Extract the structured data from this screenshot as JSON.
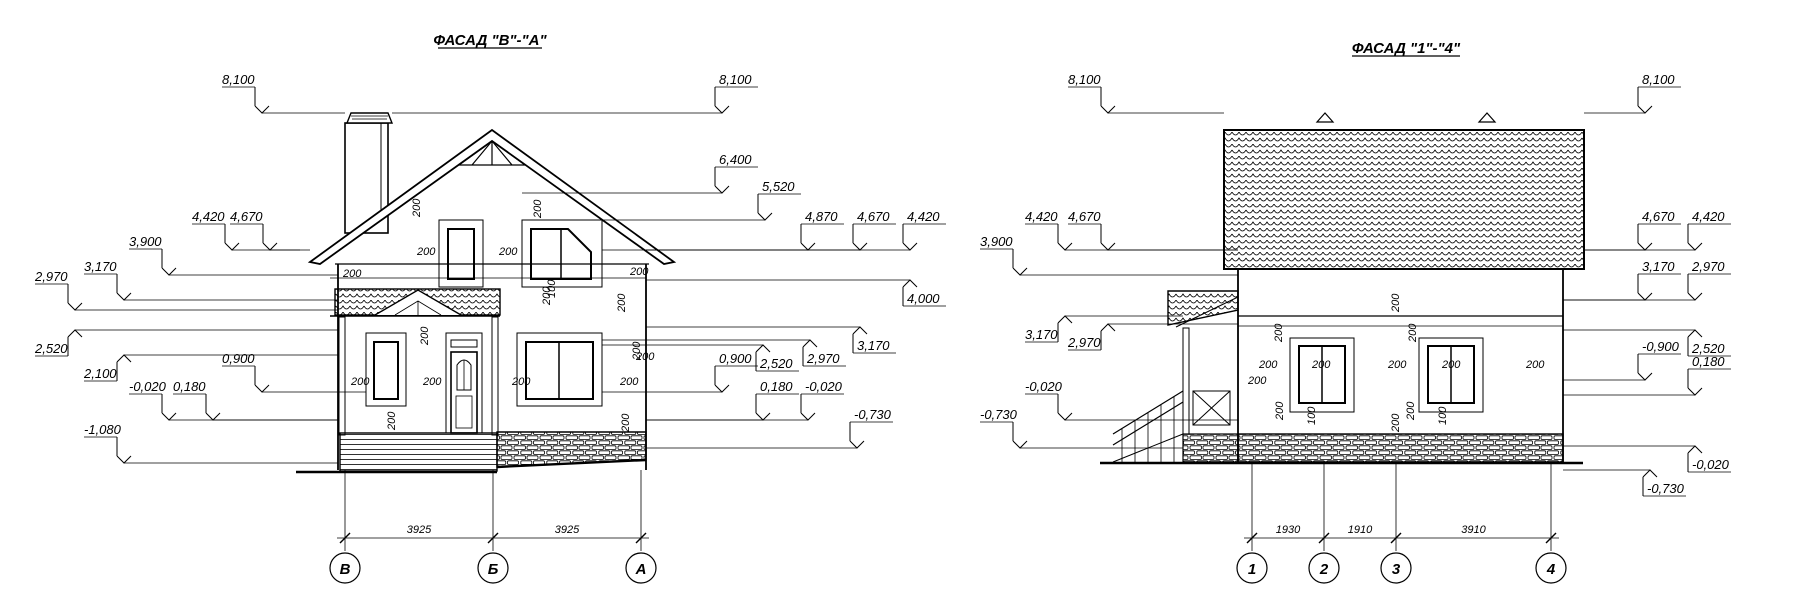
{
  "facades": [
    {
      "title": "ФАСАД \"В\"-\"А\"",
      "levels_left": [
        "8,100",
        "4,670",
        "4,420",
        "3,900",
        "3,170",
        "2,970",
        "2,520",
        "2,100",
        "0,900",
        "-0,020",
        "0,180",
        "-1,080"
      ],
      "levels_right": [
        "8,100",
        "6,400",
        "5,520",
        "4,870",
        "4,670",
        "4,420",
        "4,000",
        "2,970",
        "3,170",
        "2,520",
        "0,900",
        "0,180",
        "-0,020",
        "-0,730"
      ],
      "inner_dims": [
        "200",
        "200",
        "200",
        "200",
        "200",
        "200",
        "200",
        "100",
        "200",
        "200",
        "200",
        "200",
        "200",
        "200",
        "200",
        "200",
        "200",
        "200"
      ],
      "spans": [
        "3925",
        "3925"
      ],
      "axes": [
        "В",
        "Б",
        "А"
      ]
    },
    {
      "title": "ФАСАД \"1\"-\"4\"",
      "levels_left": [
        "8,100",
        "4,420",
        "4,670",
        "3,900",
        "3,170",
        "2,970",
        "-0,020",
        "-0,730"
      ],
      "levels_right": [
        "8,100",
        "4,670",
        "4,420",
        "3,170",
        "2,970",
        "2,520",
        "-0,900",
        "0,180",
        "-0,020",
        "-0,730"
      ],
      "inner_dims": [
        "200",
        "200",
        "200",
        "200",
        "200",
        "200",
        "200",
        "200",
        "200",
        "200",
        "200",
        "100",
        "100",
        "200"
      ],
      "spans": [
        "1930",
        "1910",
        "3910"
      ],
      "axes": [
        "1",
        "2",
        "3",
        "4"
      ]
    }
  ]
}
